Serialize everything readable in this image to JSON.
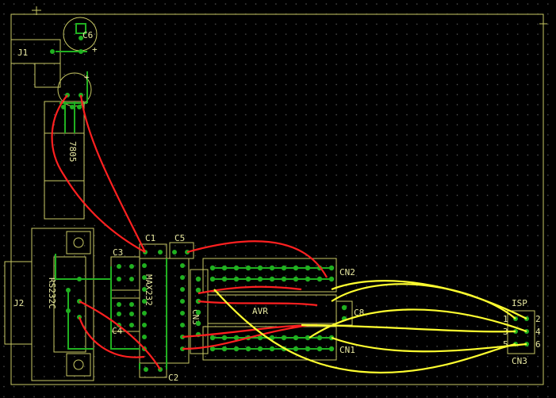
{
  "board": {
    "outline_color": "#c8c864",
    "silk_color": "#c8c864",
    "pad_color": "#20b020",
    "trace_top_color": "#ff2020",
    "trace_air_color": "#ffff30",
    "grid_color": "#3a3a3a",
    "background": "#000000"
  },
  "labels": {
    "c6": "C6",
    "j1": "J1",
    "reg": "7805",
    "c1": "C1",
    "c5": "C5",
    "c3": "C3",
    "c4": "C4",
    "c2": "C2",
    "max": "MAX232",
    "rs": "RS232C",
    "j2": "J2",
    "cn2": "CN2",
    "cn3a": "CN3",
    "avr": "AVR",
    "c8": "C8",
    "cn1": "CN1",
    "isp": "ISP",
    "cn3b": "CN3",
    "isp1": "1",
    "isp2": "2",
    "isp3": "3",
    "isp4": "4",
    "isp5": "5",
    "isp6": "6",
    "plus1": "+",
    "plus2": "+"
  }
}
